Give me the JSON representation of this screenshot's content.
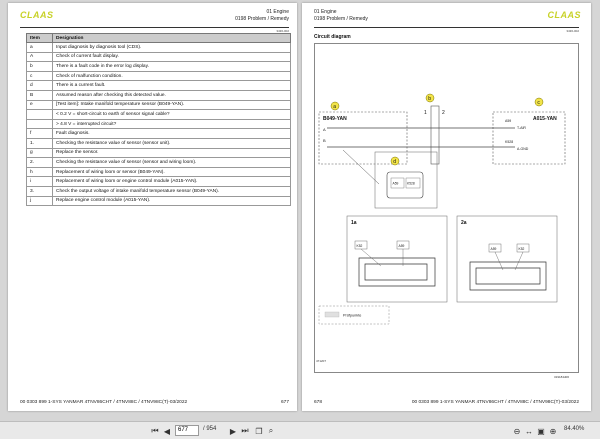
{
  "brand": "CLAAS",
  "left_page": {
    "header_line1": "01 Engine",
    "header_line2": "0198 Problem / Remedy",
    "doc_id": "3436-002",
    "table": {
      "headers": [
        "Item",
        "Designation"
      ],
      "rows": [
        [
          "a",
          "Input diagnosis by diagnosis tool (CDS)."
        ],
        [
          "A",
          "Check of current fault display."
        ],
        [
          "b",
          "There is a fault code in the error log display."
        ],
        [
          "c",
          "Check of malfunction condition."
        ],
        [
          "d",
          "There is a current fault."
        ],
        [
          "B",
          "Assumed reason after checking this detected value."
        ],
        [
          "e",
          "[Test item]: Intake manifold temperature sensor (B049-YAN)."
        ],
        [
          "",
          "< 0.2 V = short-circuit to earth of sensor signal cable?"
        ],
        [
          "",
          "> 4.8 V = interrupted circuit?"
        ],
        [
          "f",
          "Fault diagnosis."
        ],
        [
          "1.",
          "Checking the resistance value of sensor (sensor unit)."
        ],
        [
          "g",
          "Replace the sensor."
        ],
        [
          "2.",
          "Checking the resistance value of sensor (sensor and wiring loom)."
        ],
        [
          "h",
          "Replacement of wiring loom or sensor (B049-YAN)."
        ],
        [
          "i",
          "Replacement of wiring loom or engine control module (A015-YAN)."
        ],
        [
          "3.",
          "Check the output voltage of intake manifold temperature sensor (B049-YAN)."
        ],
        [
          "j",
          "Replace engine control module (A015-YAN)."
        ]
      ]
    },
    "footer_left": "00 0303 899 1-SYS YANMAR 4TNV86CHT / 4TNV88C / 4TNV98C(T)-03/2022",
    "page_number": "677"
  },
  "right_page": {
    "header_line1": "01 Engine",
    "header_line2": "0198 Problem / Remedy",
    "doc_id": "3436-002",
    "section_title": "Circuit diagram",
    "diagram": {
      "callout_a": "a",
      "callout_b": "b",
      "callout_c": "c",
      "callout_d": "d",
      "connector_left": "B049-YAN",
      "connector_right": "A015-YAN",
      "pin_a": "A",
      "pin_b": "B",
      "pin_a59": "A59",
      "pin_k528": "K528",
      "sig_right1": "T-AIR",
      "sig_right2": "A-GND",
      "split1": "1",
      "split2": "2",
      "inset_a59": "A59",
      "inset_k528": "K528",
      "view1_label": "1a",
      "view2_label": "2a",
      "view1_k52": "K52",
      "view1_a59": "A59",
      "view2_a59": "A59",
      "view2_k52": "K52",
      "legend_label": "Prüfpunkte"
    },
    "fig_id_left": "471207",
    "fig_id_right": "319184d06",
    "footer_page": "678",
    "footer_right": "00 0303 899 1-SYS YANMAR 4TNV86CHT / 4TNV88C / 4TNV98C(T)-03/2022"
  },
  "toolbar": {
    "current_page": "677",
    "total_pages": "/ 954",
    "zoom": "84.40%"
  },
  "colors": {
    "brand": "#c8d228",
    "callout_fill": "#f2e44a",
    "callout_ring": "#7a7000"
  }
}
